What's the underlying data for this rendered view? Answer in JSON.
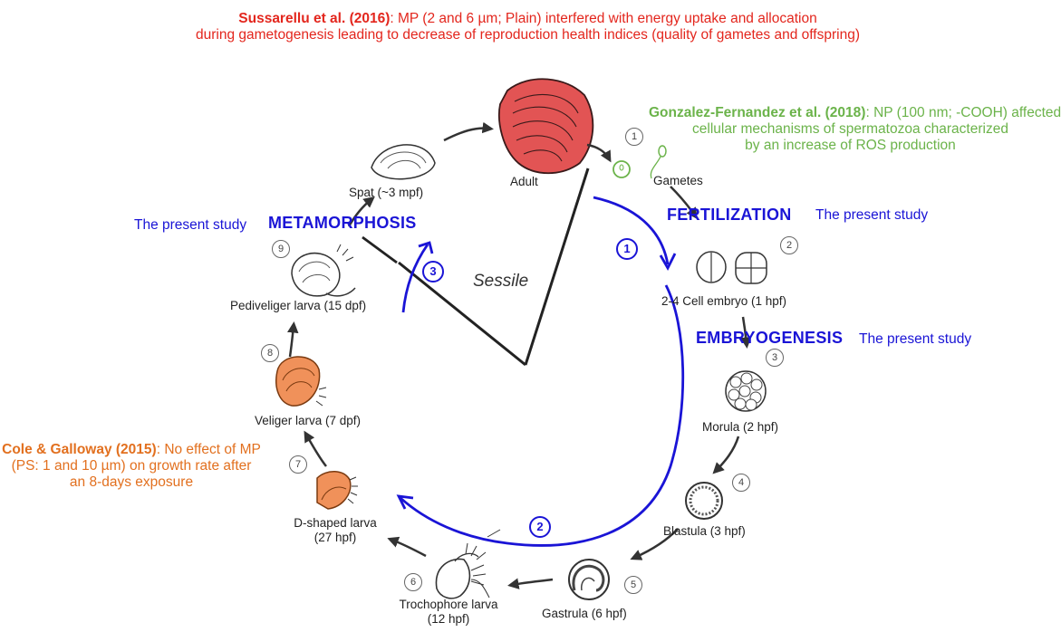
{
  "references": {
    "sussarellu": {
      "authors": "Sussarellu et al. (2016)",
      "line1_rest": ": MP (2 and 6 µm; Plain) interfered with energy uptake and allocation",
      "line2": "during gametogenesis leading to decrease  of reproduction health indices (quality of gametes and offspring)"
    },
    "gonzalez": {
      "authors": "Gonzalez-Fernandez et al. (2018)",
      "line1_rest": ": NP (100 nm; -COOH) affected",
      "line2": "cellular mechanisms of spermatozoa characterized",
      "line3": "by an increase of ROS production"
    },
    "cole": {
      "authors": "Cole & Galloway (2015)",
      "line1_rest": ": No effect of MP",
      "line2": "(PS: 1 and 10 µm) on growth rate after",
      "line3": "an 8-days exposure"
    }
  },
  "phases": {
    "fertilization": "FERTILIZATION",
    "embryogenesis": "EMBRYOGENESIS",
    "metamorphosis": "METAMORPHOSIS",
    "present_study_1": "The present study",
    "present_study_2": "The present study",
    "present_study_3": "The present study",
    "sessile": "Sessile"
  },
  "stages": {
    "adult": "Adult",
    "gametes": "Gametes",
    "cell_embryo": "2-4 Cell embryo (1 hpf)",
    "morula": "Morula (2 hpf)",
    "blastula": "Blastula (3 hpf)",
    "gastrula": "Gastrula (6 hpf)",
    "trochophore_1": "Trochophore larva",
    "trochophore_2": "(12 hpf)",
    "dshaped_1": "D-shaped larva",
    "dshaped_2": "(27 hpf)",
    "veliger": "Veliger larva (7 dpf)",
    "pediveliger": "Pediveliger larva (15 dpf)",
    "spat": "Spat (~3 mpf)"
  },
  "stage_numbers": [
    "1",
    "2",
    "3",
    "4",
    "5",
    "6",
    "7",
    "8",
    "9"
  ],
  "exposure_markers": [
    "1",
    "2",
    "3"
  ],
  "colors": {
    "red": "#e3261d",
    "green": "#6bb34a",
    "orange": "#e2701f",
    "blue": "#1a14d6",
    "adult_fill": "#e25454",
    "larva_fill": "#f0915a"
  }
}
